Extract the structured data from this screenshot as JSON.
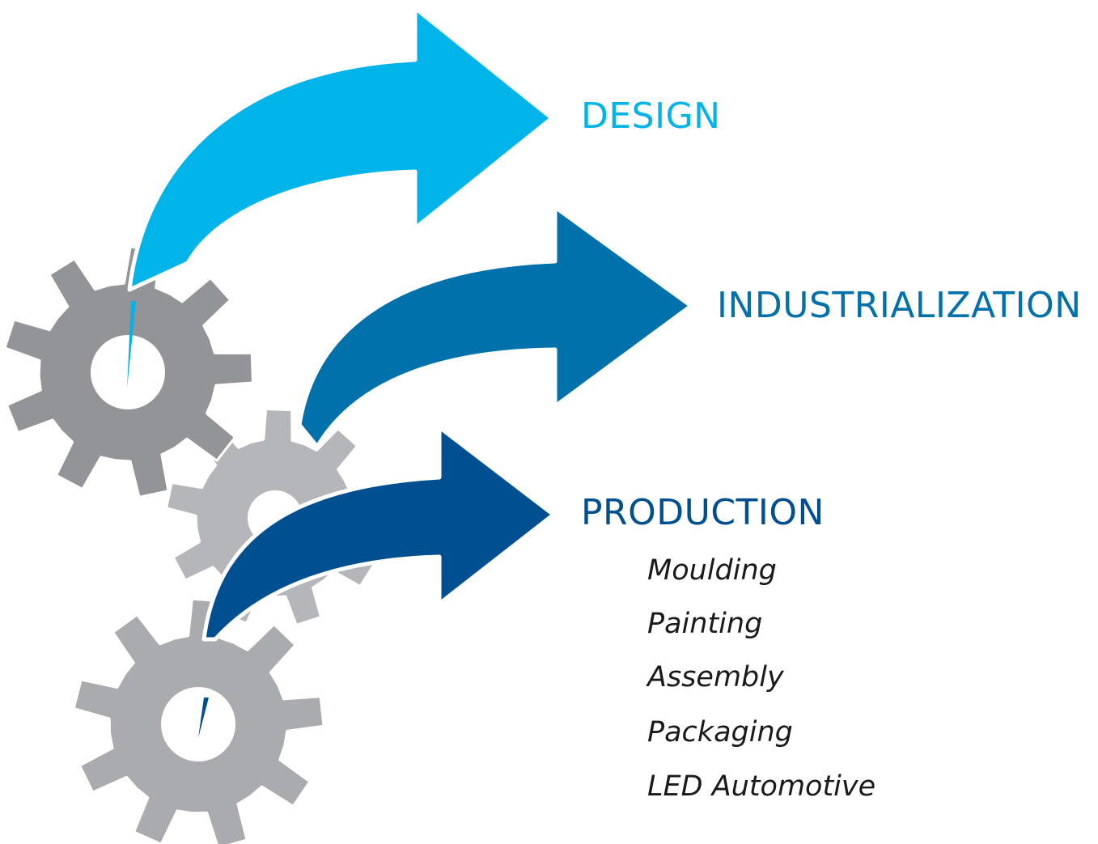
{
  "stages": [
    {
      "id": "design",
      "label": "DESIGN",
      "color": "#00b4ea"
    },
    {
      "id": "industrialization",
      "label": "INDUSTRIALIZATION",
      "color": "#0071ab"
    },
    {
      "id": "production",
      "label": "PRODUCTION",
      "color": "#004f91"
    }
  ],
  "production_items": [
    "Moulding",
    "Painting",
    "Assembly",
    "Packaging",
    "LED Automotive"
  ],
  "colors": {
    "gear_dark": "#939497",
    "gear_mid": "#b5b6b9",
    "gear_light": "#a9abae",
    "text_item": "#1a1a1a",
    "background": "#ffffff"
  },
  "icons": [
    "gear-icon",
    "curved-arrow-icon"
  ]
}
